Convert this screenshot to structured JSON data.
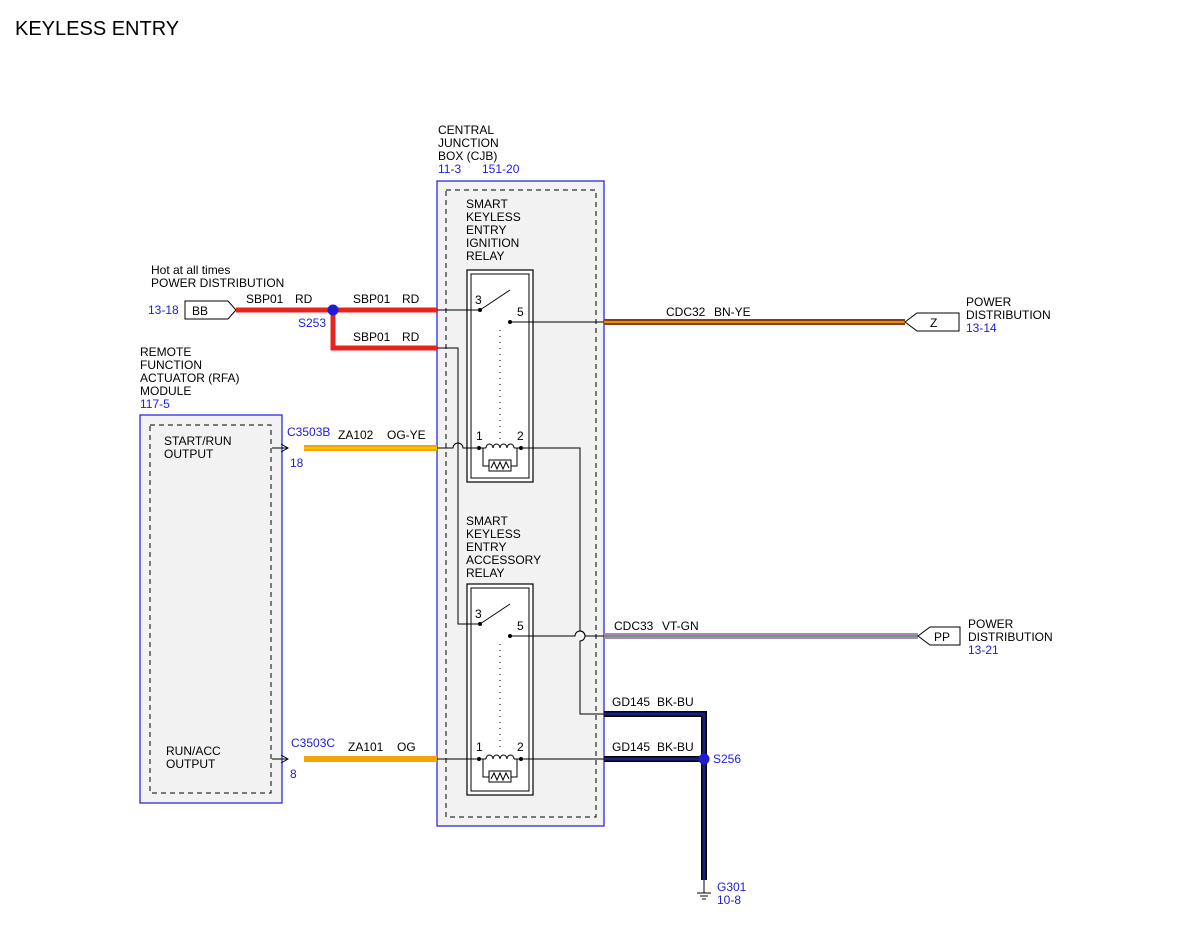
{
  "title": "KEYLESS ENTRY",
  "colors": {
    "red": "#e8221c",
    "orange": "#f2a400",
    "orange_yellow_stripe": "#f5d200",
    "brown": "#8a3b12",
    "violet": "#a884c0",
    "green_stripe": "#5aa05a",
    "black": "#000000",
    "dark_blue": "#1a1f86",
    "blue_text": "#1c1cd9",
    "box_fill": "#f2f2f2"
  },
  "hot_source": {
    "line1": "Hot at all times",
    "line2": "POWER DISTRIBUTION",
    "page": "13-18",
    "connector": "BB"
  },
  "splice_s253": "S253",
  "wires": {
    "sbp01_a": {
      "circuit": "SBP01",
      "color": "RD"
    },
    "sbp01_b": {
      "circuit": "SBP01",
      "color": "RD"
    },
    "sbp01_c": {
      "circuit": "SBP01",
      "color": "RD"
    },
    "cdc32": {
      "circuit": "CDC32",
      "color": "BN-YE"
    },
    "cdc33": {
      "circuit": "CDC33",
      "color": "VT-GN"
    },
    "za102": {
      "circuit": "ZA102",
      "color": "OG-YE"
    },
    "za101": {
      "circuit": "ZA101",
      "color": "OG"
    },
    "gd145_a": {
      "circuit": "GD145",
      "color": "BK-BU"
    },
    "gd145_b": {
      "circuit": "GD145",
      "color": "BK-BU"
    }
  },
  "cjb": {
    "line1": "CENTRAL",
    "line2": "JUNCTION",
    "line3": "BOX (CJB)",
    "ref1": "11-3",
    "ref2": "151-20"
  },
  "ignition_relay": {
    "lines": [
      "SMART",
      "KEYLESS",
      "ENTRY",
      "IGNITION",
      "RELAY"
    ],
    "pins": {
      "p3": "3",
      "p5": "5",
      "p1": "1",
      "p2": "2"
    }
  },
  "accessory_relay": {
    "lines": [
      "SMART",
      "KEYLESS",
      "ENTRY",
      "ACCESSORY",
      "RELAY"
    ],
    "pins": {
      "p3": "3",
      "p5": "5",
      "p1": "1",
      "p2": "2"
    }
  },
  "rfa": {
    "lines": [
      "REMOTE",
      "FUNCTION",
      "ACTUATOR (RFA)",
      "MODULE"
    ],
    "ref": "117-5",
    "start_run": [
      "START/RUN",
      "OUTPUT"
    ],
    "run_acc": [
      "RUN/ACC",
      "OUTPUT"
    ],
    "conn_b": "C3503B",
    "pin_b": "18",
    "conn_c": "C3503C",
    "pin_c": "8"
  },
  "dest_z": {
    "connector": "Z",
    "line1": "POWER",
    "line2": "DISTRIBUTION",
    "page": "13-14"
  },
  "dest_pp": {
    "connector": "PP",
    "line1": "POWER",
    "line2": "DISTRIBUTION",
    "page": "13-21"
  },
  "splice_s256": "S256",
  "ground": {
    "name": "G301",
    "page": "10-8"
  }
}
